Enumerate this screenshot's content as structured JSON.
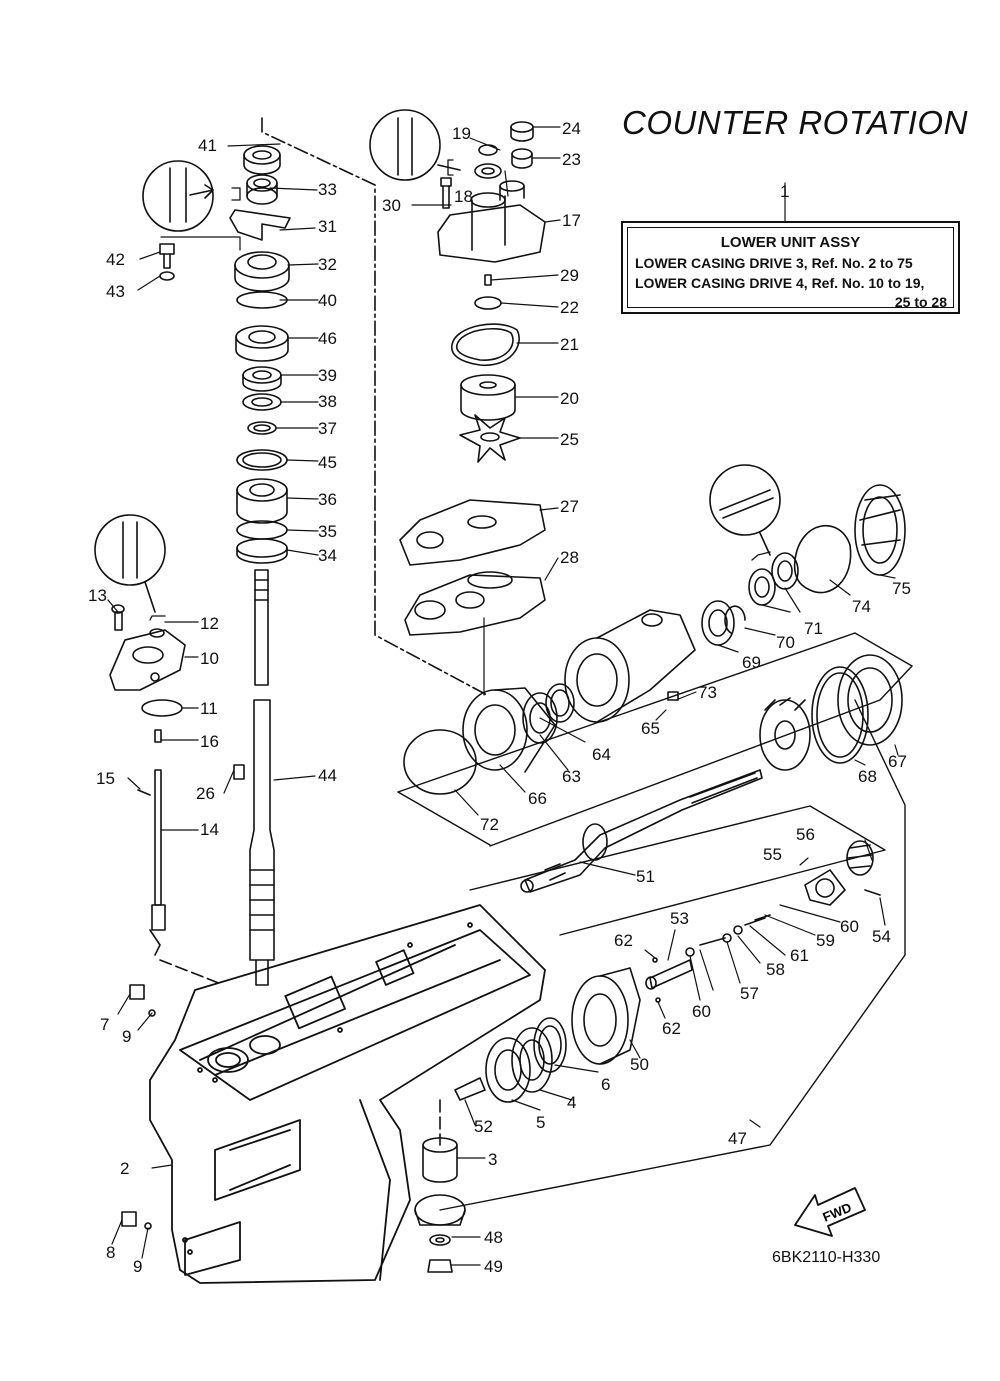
{
  "header": {
    "title": "COUNTER ROTATION"
  },
  "assembly_box": {
    "ref_number": "1",
    "heading": "LOWER UNIT ASSY",
    "line1": "LOWER CASING DRIVE 3,  Ref. No. 2 to 75",
    "line2": "LOWER CASING DRIVE 4,  Ref. No. 10 to 19,",
    "line3": "25 to 28"
  },
  "diagram_code": "6BK2110-H330",
  "fwd_label": "FWD",
  "callouts": {
    "n2": "2",
    "n3": "3",
    "n4": "4",
    "n5": "5",
    "n6": "6",
    "n7": "7",
    "n8": "8",
    "n9a": "9",
    "n9b": "9",
    "n10": "10",
    "n11": "11",
    "n12": "12",
    "n13": "13",
    "n14": "14",
    "n15": "15",
    "n16": "16",
    "n17": "17",
    "n18": "18",
    "n19": "19",
    "n20": "20",
    "n21": "21",
    "n22": "22",
    "n23": "23",
    "n24": "24",
    "n25": "25",
    "n26": "26",
    "n27": "27",
    "n28": "28",
    "n29": "29",
    "n30": "30",
    "n31": "31",
    "n32": "32",
    "n33": "33",
    "n34": "34",
    "n35": "35",
    "n36": "36",
    "n37": "37",
    "n38": "38",
    "n39": "39",
    "n40": "40",
    "n41": "41",
    "n42": "42",
    "n43": "43",
    "n44": "44",
    "n45": "45",
    "n46": "46",
    "n47": "47",
    "n48": "48",
    "n49": "49",
    "n50": "50",
    "n51": "51",
    "n52": "52",
    "n53": "53",
    "n54": "54",
    "n55": "55",
    "n56": "56",
    "n57": "57",
    "n58": "58",
    "n59": "59",
    "n60a": "60",
    "n60b": "60",
    "n61": "61",
    "n62a": "62",
    "n62b": "62",
    "n63": "63",
    "n64": "64",
    "n65": "65",
    "n66": "66",
    "n67": "67",
    "n68": "68",
    "n69": "69",
    "n70": "70",
    "n71": "71",
    "n72": "72",
    "n73": "73",
    "n74": "74",
    "n75": "75"
  },
  "lubricant_symbols": [
    "grease-icon",
    "grease-icon",
    "grease-icon",
    "grease-icon"
  ]
}
